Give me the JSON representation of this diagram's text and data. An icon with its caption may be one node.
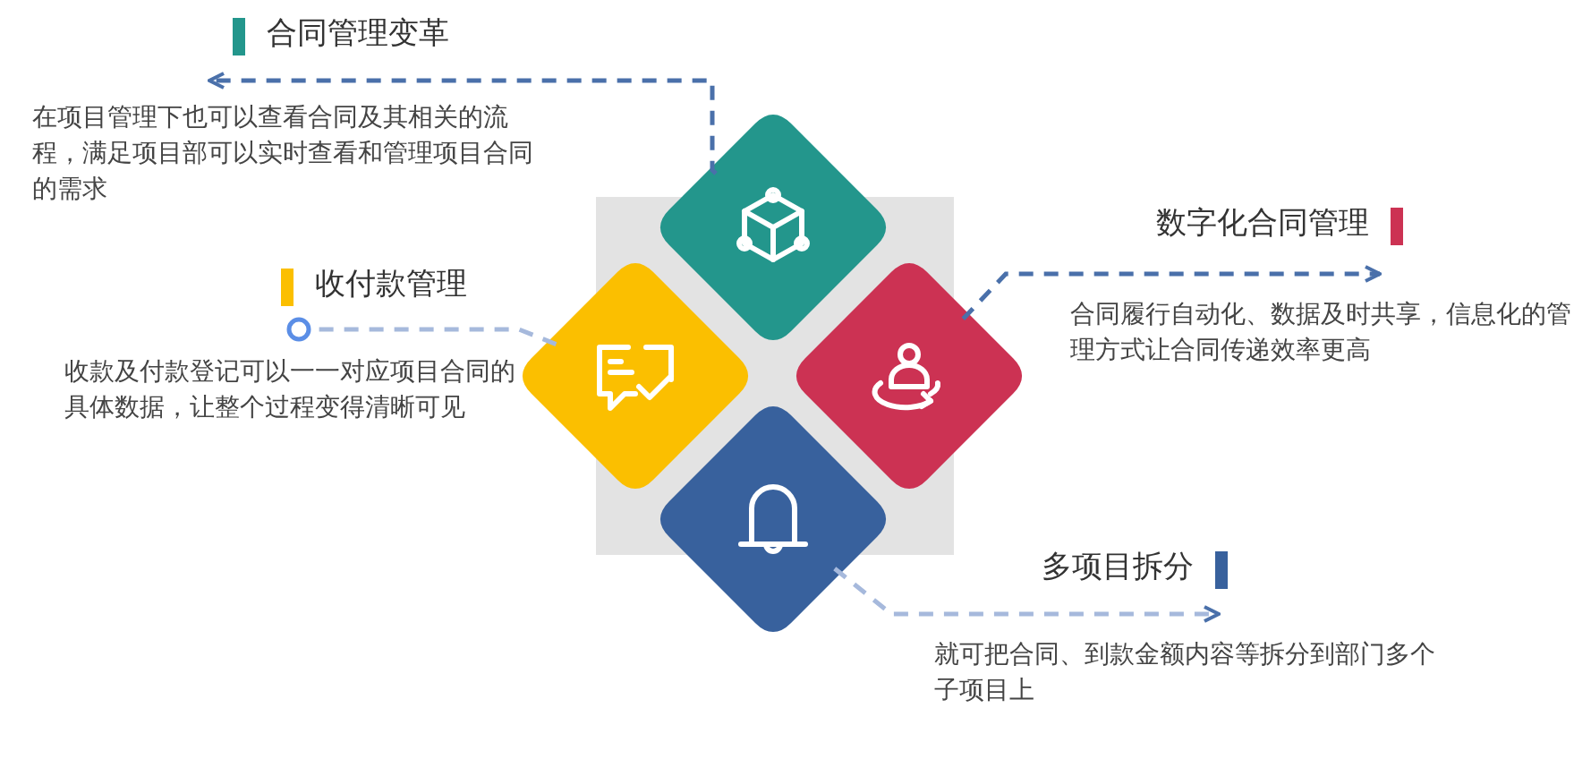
{
  "diagram": {
    "nodes": [
      {
        "text": [
          "合同管理变革",
          "在项目管理下也可以查看合同及其相关的流程，满足项目部可以实时查看和管理项目合同的需求"
        ]
      },
      {
        "text": [],
        "shape": "diamond"
      },
      {
        "text": [
          "收付款管理",
          "收款及付款登记可以一一对应项目合同的具体数据，让整个过程变得清晰可见"
        ]
      },
      {
        "text": [],
        "shape": "diamond"
      },
      {
        "text": [],
        "shape": "diamond"
      },
      {
        "text": [
          "数字化合同管理",
          "合同履行自动化、数据及时共享，信息化的管理方式让合同传递效率更高"
        ]
      },
      {
        "text": [],
        "shape": "diamond"
      },
      {
        "text": [
          "多项目拆分",
          "就可把合同、到款金额内容等拆分到部门多个子项目上"
        ]
      }
    ],
    "edges": [
      {
        "from": 1,
        "to": 0,
        "arrow": "to",
        "style": "dashed"
      },
      {
        "from": 3,
        "to": 2,
        "arrow": "other",
        "style": "dashed",
        "color": "#a6b9dc"
      },
      {
        "from": 4,
        "to": 5,
        "arrow": "to",
        "style": "dashed"
      },
      {
        "from": 6,
        "to": 7,
        "arrow": "to",
        "style": "dashed",
        "color": "#a6b9dc"
      }
    ]
  }
}
